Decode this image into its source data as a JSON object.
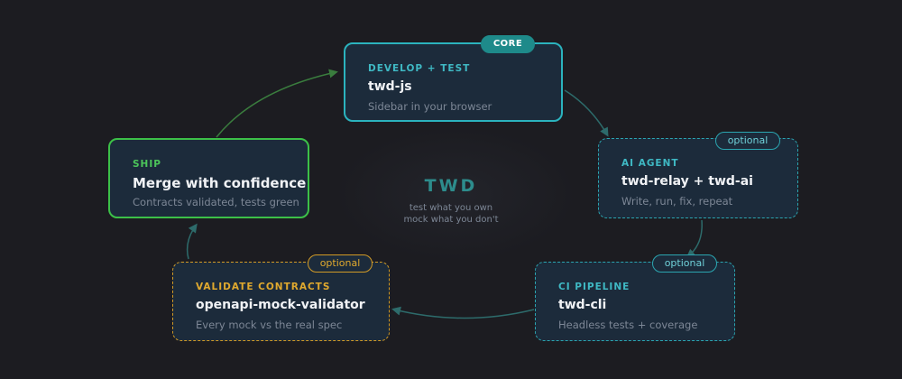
{
  "center": {
    "name": "TWD",
    "tagline_1": "test what you own",
    "tagline_2": "mock what you don't"
  },
  "stages": {
    "develop": {
      "kicker": "DEVELOP + TEST",
      "title": "twd-js",
      "subtitle": "Sidebar in your browser",
      "badge": "CORE",
      "border_color": "#2bb3be",
      "accent_color": "#3fb9c4",
      "border_style": "solid"
    },
    "ai_agent": {
      "kicker": "AI AGENT",
      "title": "twd-relay + twd-ai",
      "subtitle": "Write, run, fix, repeat",
      "badge": "optional",
      "border_color": "#2ba5b0",
      "accent_color": "#3fb9c4",
      "border_style": "dashed"
    },
    "ci_pipeline": {
      "kicker": "CI PIPELINE",
      "title": "twd-cli",
      "subtitle": "Headless tests + coverage",
      "badge": "optional",
      "border_color": "#2ba5b0",
      "accent_color": "#3fb9c4",
      "border_style": "dashed"
    },
    "validate": {
      "kicker": "VALIDATE CONTRACTS",
      "title": "openapi-mock-validator",
      "subtitle": "Every mock vs the real spec",
      "badge": "optional",
      "border_color": "#d19a26",
      "accent_color": "#e0a92e",
      "border_style": "dashed"
    },
    "ship": {
      "kicker": "SHIP",
      "title": "Merge with confidence",
      "subtitle": "Contracts validated, tests green",
      "border_color": "#3cc048",
      "accent_color": "#4cc65a",
      "border_style": "solid"
    }
  },
  "colors": {
    "background": "#1c1c21",
    "card_fill": "#1c2b3b",
    "core_badge_fill": "#1e8a8a",
    "arrow_teal": "#2d6b6b",
    "arrow_green": "#3a7d3e"
  }
}
